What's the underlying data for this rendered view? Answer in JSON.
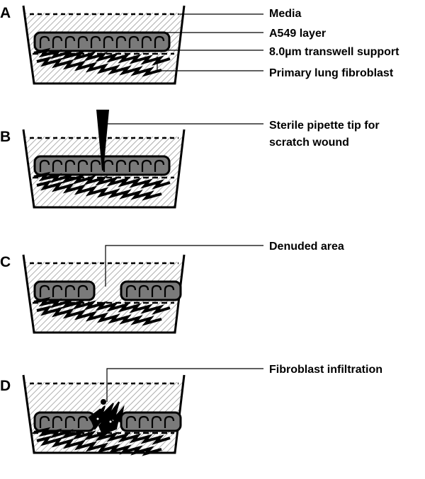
{
  "panels": [
    {
      "letter": "A",
      "labels": [
        "Media",
        "A549 layer",
        "8.0µm transwell support",
        "Primary lung fibroblast"
      ]
    },
    {
      "letter": "B",
      "labels": [
        "Sterile pipette tip for",
        "scratch wound"
      ]
    },
    {
      "letter": "C",
      "labels": [
        "Denuded area"
      ]
    },
    {
      "letter": "D",
      "labels": [
        "Fibroblast infiltration"
      ]
    }
  ],
  "colors": {
    "hatch": "#9a9a9a",
    "cell_fill": "#7a7a7a",
    "outline": "#000000",
    "background": "#ffffff"
  }
}
